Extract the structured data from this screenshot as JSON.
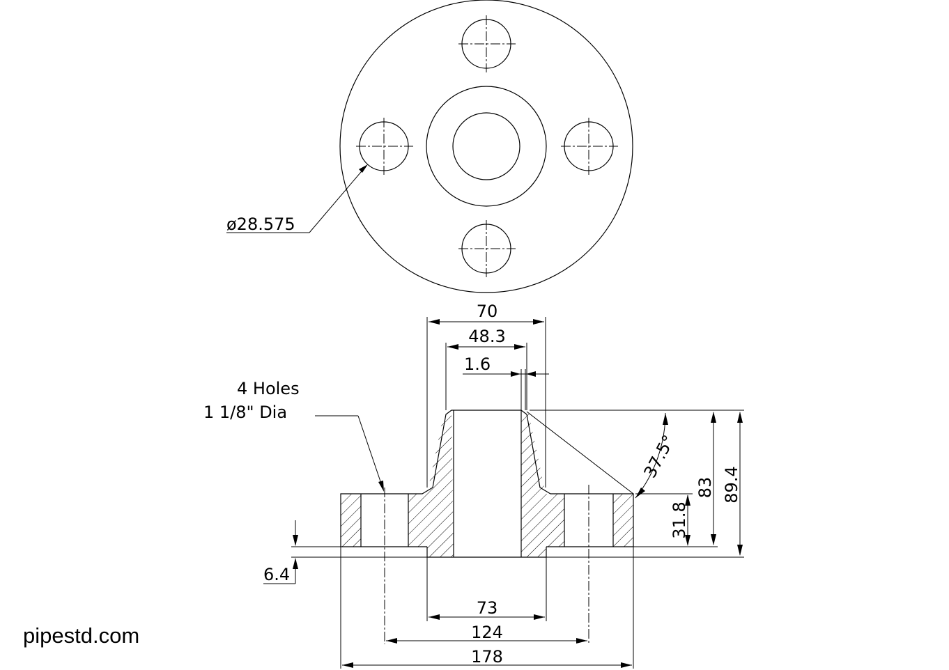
{
  "top_view": {
    "hole_callout": "ø28.575"
  },
  "section_view": {
    "holes_note_line1": "4 Holes",
    "holes_note_line2": "1 1/8\" Dia",
    "dimensions": {
      "hub_od": "70",
      "bore": "48.3",
      "lip": "1.6",
      "angle": "37.5°",
      "hub_height": "83",
      "overall_height": "89.4",
      "flange_thickness": "31.8",
      "raised_face": "6.4",
      "raised_face_dia": "73",
      "bolt_circle": "124",
      "outer_dia": "178"
    }
  },
  "watermark": "pipestd.com"
}
